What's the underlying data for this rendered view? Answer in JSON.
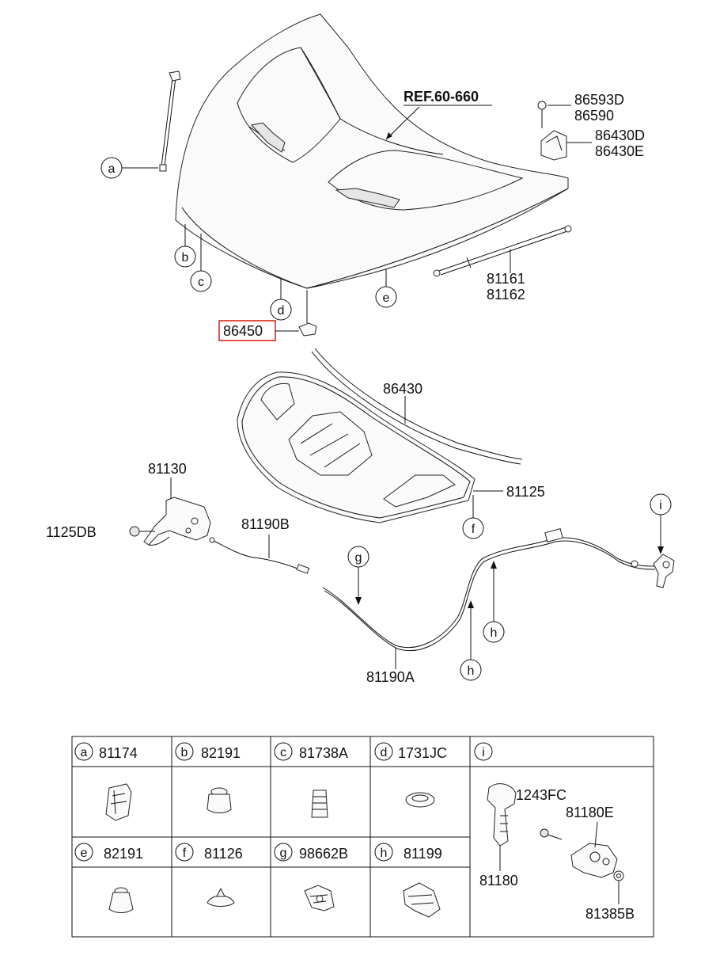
{
  "diagram": {
    "ref_label": "REF.60-660",
    "callout_labels": {
      "hinge_bolt_a": "86593D",
      "hinge_bolt_b": "86590",
      "bracket_a": "86430D",
      "bracket_b": "86430E",
      "strut_a": "81161",
      "strut_b": "81162",
      "seal_bumper": "86450",
      "weatherstrip": "86430",
      "latch": "81130",
      "bolt": "1125DB",
      "insulator": "81125",
      "cable_front": "81190B",
      "cable_rear": "81190A"
    },
    "circle_markers": {
      "a": "a",
      "b": "b",
      "c": "c",
      "d": "d",
      "e": "e",
      "f": "f",
      "g": "g",
      "h1": "h",
      "h2": "h",
      "i": "i"
    }
  },
  "legend_table": {
    "cells": [
      {
        "key": "a",
        "code": "81174"
      },
      {
        "key": "b",
        "code": "82191"
      },
      {
        "key": "c",
        "code": "81738A"
      },
      {
        "key": "d",
        "code": "1731JC"
      },
      {
        "key": "e",
        "code": "82191"
      },
      {
        "key": "f",
        "code": "81126"
      },
      {
        "key": "g",
        "code": "98662B"
      },
      {
        "key": "h",
        "code": "81199"
      }
    ],
    "i_cell": {
      "key": "i",
      "labels": {
        "bolt": "1243FC",
        "housing": "81180E",
        "handle": "81180",
        "nut": "81385B"
      }
    }
  },
  "colors": {
    "line": "#111111",
    "highlight": "#e0231d",
    "background": "#ffffff"
  }
}
